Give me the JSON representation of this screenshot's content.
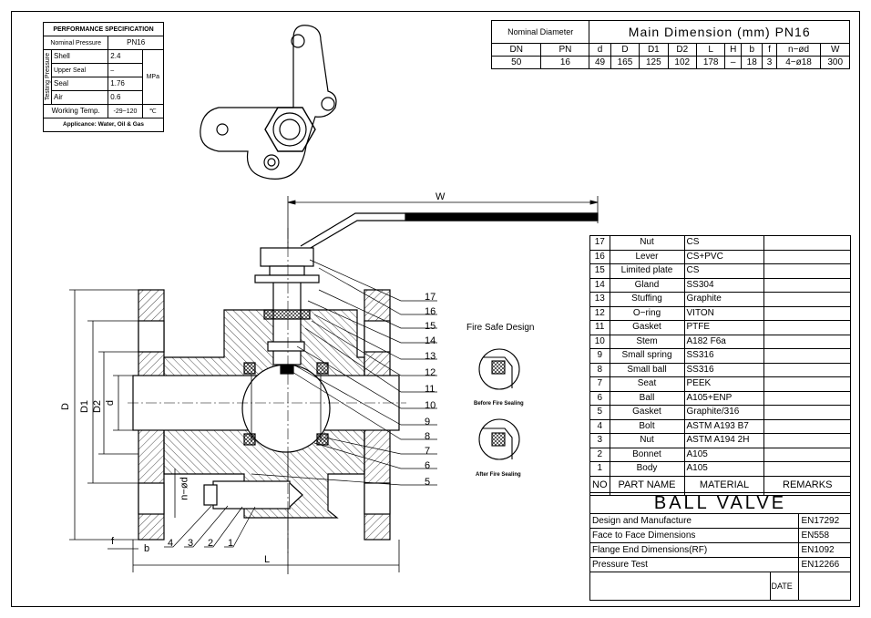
{
  "performance": {
    "title": "PERFORMANCE SPECIFICATION",
    "nominal_pressure_label": "Nominal Pressure",
    "nominal_pressure_value": "PN16",
    "testing_pressure_label": "Testing Pressure",
    "rows": [
      {
        "label": "Shell",
        "value": "2.4"
      },
      {
        "label": "Upper Seal",
        "value": "–"
      },
      {
        "label": "Seal",
        "value": "1.76"
      },
      {
        "label": "Air",
        "value": "0.6"
      }
    ],
    "unit": "MPa",
    "working_temp_label": "Working Temp.",
    "working_temp_value": "-29~120",
    "working_temp_unit": "℃",
    "applicance": "Applicance: Water, Oil & Gas"
  },
  "dimensions": {
    "nominal_diameter_label": "Nominal Diameter",
    "title": "Main Dimension (mm) PN16",
    "headers": [
      "DN",
      "PN",
      "d",
      "D",
      "D1",
      "D2",
      "L",
      "H",
      "b",
      "f",
      "n−ød",
      "W"
    ],
    "values": [
      "50",
      "16",
      "49",
      "165",
      "125",
      "102",
      "178",
      "–",
      "18",
      "3",
      "4−ø18",
      "300"
    ]
  },
  "parts": {
    "headers": {
      "no": "NO",
      "name": "PART NAME",
      "material": "MATERIAL",
      "remarks": "REMARKS"
    },
    "rows": [
      {
        "no": "17",
        "name": "Nut",
        "material": "CS"
      },
      {
        "no": "16",
        "name": "Lever",
        "material": "CS+PVC"
      },
      {
        "no": "15",
        "name": "Limited plate",
        "material": "CS"
      },
      {
        "no": "14",
        "name": "Gland",
        "material": "SS304"
      },
      {
        "no": "13",
        "name": "Stuffing",
        "material": "Graphite"
      },
      {
        "no": "12",
        "name": "O−ring",
        "material": "VITON"
      },
      {
        "no": "11",
        "name": "Gasket",
        "material": "PTFE"
      },
      {
        "no": "10",
        "name": "Stem",
        "material": "A182 F6a"
      },
      {
        "no": "9",
        "name": "Small spring",
        "material": "SS316"
      },
      {
        "no": "8",
        "name": "Small ball",
        "material": "SS316"
      },
      {
        "no": "7",
        "name": "Seat",
        "material": "PEEK"
      },
      {
        "no": "6",
        "name": "Ball",
        "material": "A105+ENP"
      },
      {
        "no": "5",
        "name": "Gasket",
        "material": "Graphite/316"
      },
      {
        "no": "4",
        "name": "Bolt",
        "material": "ASTM A193 B7"
      },
      {
        "no": "3",
        "name": "Nut",
        "material": "ASTM A194 2H"
      },
      {
        "no": "2",
        "name": "Bonnet",
        "material": "A105"
      },
      {
        "no": "1",
        "name": "Body",
        "material": "A105"
      }
    ]
  },
  "title_block": {
    "title": "BALL VALVE",
    "rows": [
      {
        "label": "Design and Manufacture",
        "value": "EN17292"
      },
      {
        "label": "Face to Face Dimensions",
        "value": "EN558"
      },
      {
        "label": "Flange End Dimensions(RF)",
        "value": "EN1092"
      },
      {
        "label": "Pressure Test",
        "value": "EN12266"
      }
    ],
    "date_label": "DATE"
  },
  "fire_safe": {
    "title": "Fire Safe Design",
    "before": "Before Fire Sealing",
    "after": "After Fire Sealing"
  },
  "drawing_labels": {
    "W": "W",
    "L": "L",
    "D": "D",
    "D1": "D1",
    "D2": "D2",
    "d": "d",
    "n_d": "n−ød",
    "f": "f",
    "b": "b",
    "callouts": [
      "17",
      "16",
      "15",
      "14",
      "13",
      "12",
      "11",
      "10",
      "9",
      "8",
      "7",
      "6",
      "5"
    ],
    "bottom_callouts": [
      "4",
      "3",
      "2",
      "1"
    ]
  }
}
